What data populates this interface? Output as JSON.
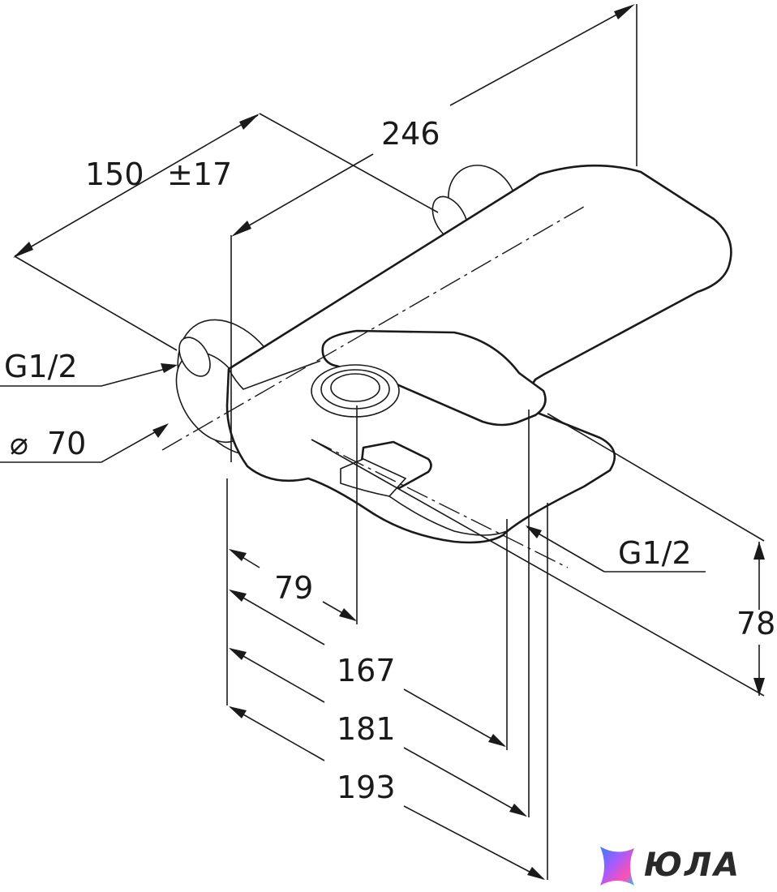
{
  "dimensions": {
    "overall_length": "246",
    "wall_spacing": "150",
    "spacing_tolerance": "±17",
    "inlet_thread_left": "G1/2",
    "flange_diameter_symbol": "⌀",
    "flange_diameter": "70",
    "outlet_thread": "G1/2",
    "height": "78",
    "projection_79": "79",
    "projection_167": "167",
    "projection_181": "181",
    "projection_193": "193"
  },
  "logo": {
    "text": "ЮЛА",
    "icon": "star-gradient-icon",
    "colors": [
      "#3a7bff",
      "#a45cff",
      "#ff4fb0",
      "#19c6ff"
    ]
  }
}
